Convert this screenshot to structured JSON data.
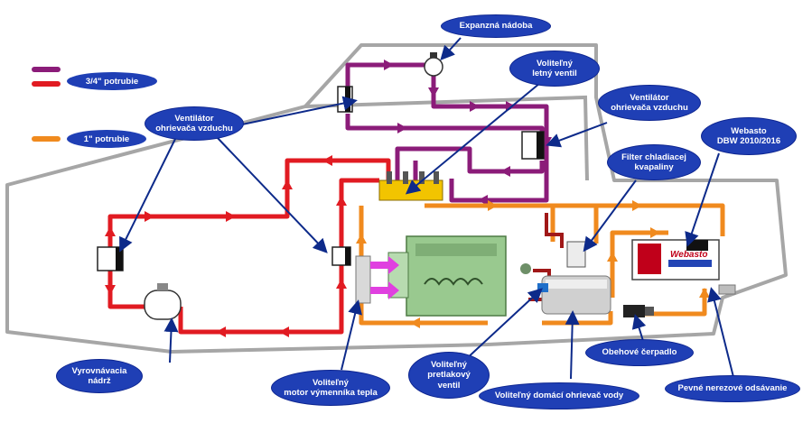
{
  "colors": {
    "pipe_34_purple": "#8b1c79",
    "pipe_34_red": "#e11b22",
    "pipe_1_orange": "#f08a1e",
    "callout_fill": "#1f3fb5",
    "callout_line": "#0d2a8a",
    "hull_outline": "#a6a6a6",
    "engine_green": "#99c98f"
  },
  "legend": {
    "pipe_34": "3/4\" potrubie",
    "pipe_1": "1\" potrubie"
  },
  "callouts": {
    "expansion_tank": "Expanzná nádoba",
    "summer_valve": "Voliteľný\nletný ventil",
    "fan_heater_left": "Ventilátor\nohrievača vzduchu",
    "fan_heater_right": "Ventilátor\nohrievača vzduchu",
    "webasto": "Webasto\nDBW 2010/2016",
    "coolant_filter": "Filter chladiacej\nkvapaliny",
    "equalization_tank": "Vyrovnávacia\nnádrž",
    "engine_heat_exchanger": "Voliteľný\nmotor výmenníka tepla",
    "pressure_valve": "Voliteľný\npretlakový\nventil",
    "water_heater": "Voliteľný domácí ohrievač vody",
    "circulation_pump": "Obehové čerpadlo",
    "stainless_exhaust": "Pevné nerezové odsávanie"
  },
  "icons": {
    "webasto_logo": "Webasto"
  }
}
